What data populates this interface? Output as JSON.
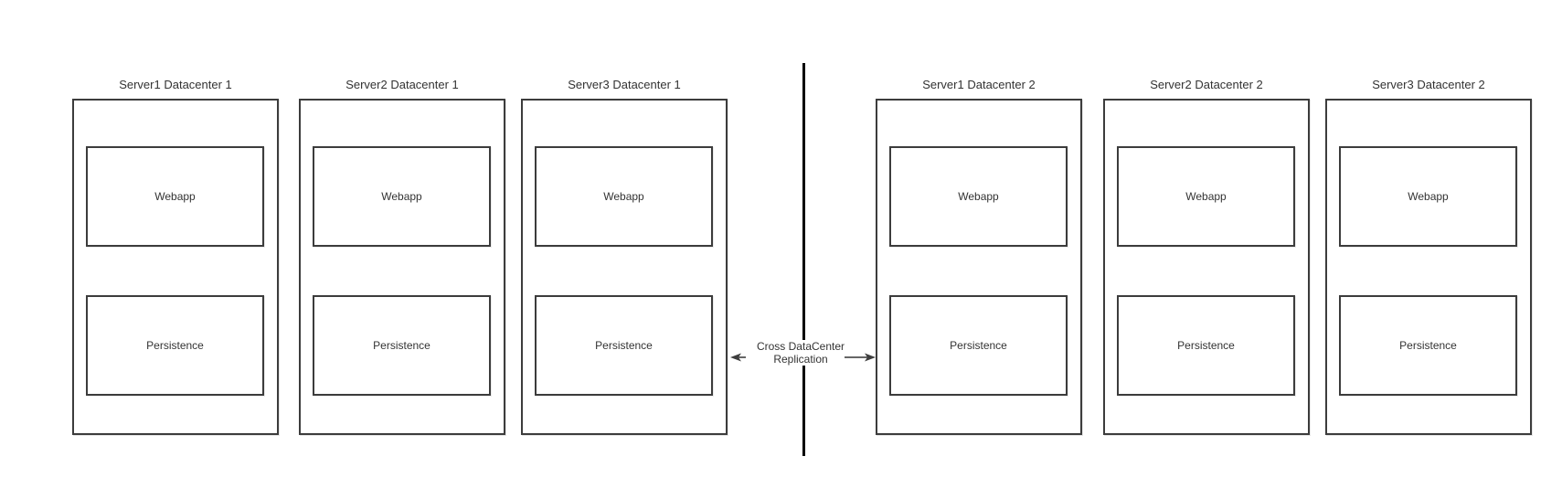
{
  "diagram": {
    "datacenters": [
      {
        "id": "datacenter-1",
        "servers": [
          {
            "title": "Server1 Datacenter 1",
            "webapp": "Webapp",
            "persistence": "Persistence"
          },
          {
            "title": "Server2 Datacenter 1",
            "webapp": "Webapp",
            "persistence": "Persistence"
          },
          {
            "title": "Server3 Datacenter 1",
            "webapp": "Webapp",
            "persistence": "Persistence"
          }
        ]
      },
      {
        "id": "datacenter-2",
        "servers": [
          {
            "title": "Server1 Datacenter 2",
            "webapp": "Webapp",
            "persistence": "Persistence"
          },
          {
            "title": "Server2 Datacenter 2",
            "webapp": "Webapp",
            "persistence": "Persistence"
          },
          {
            "title": "Server3 Datacenter 2",
            "webapp": "Webapp",
            "persistence": "Persistence"
          }
        ]
      }
    ],
    "replication": {
      "label": "Cross DataCenter Replication"
    },
    "colors": {
      "background": "#ffffff",
      "box_border": "#3c3c3c",
      "divider": "#000000",
      "arrow_shaft": "#666666",
      "arrow_head": "#3d3d3d",
      "text": "#333333"
    }
  }
}
